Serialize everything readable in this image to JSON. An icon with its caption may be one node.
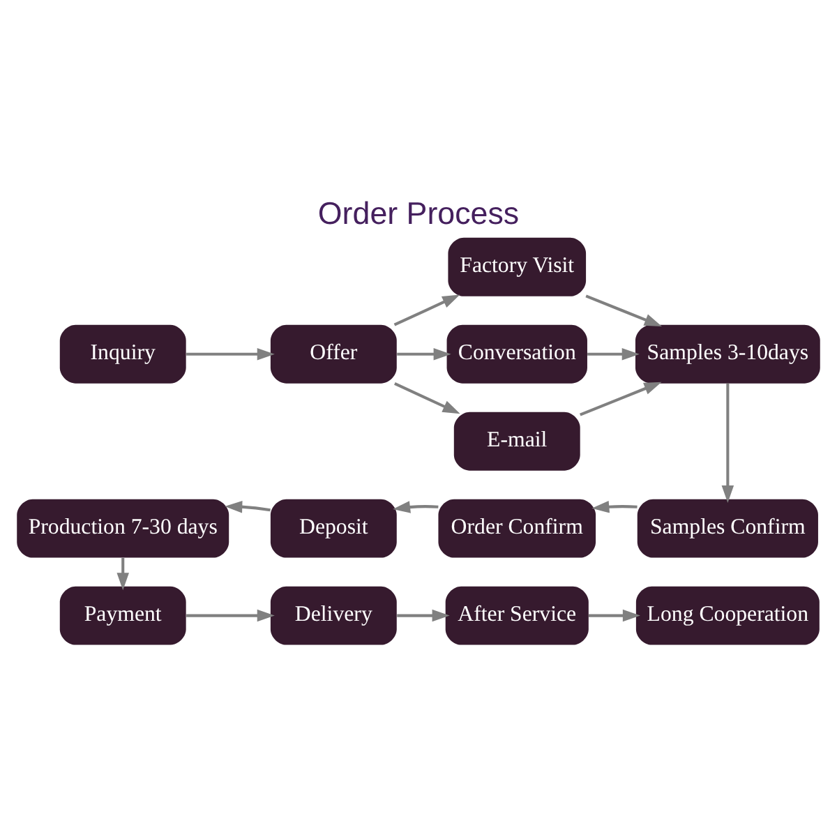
{
  "diagram": {
    "title": "Order Process",
    "nodes": [
      {
        "text": [
          "Inquiry"
        ]
      },
      {
        "text": [
          "Offer"
        ]
      },
      {
        "text": [
          "Factory Visit"
        ]
      },
      {
        "text": [
          "Conversation"
        ]
      },
      {
        "text": [
          "E-mail"
        ]
      },
      {
        "text": [
          "Samples 3-10days"
        ]
      },
      {
        "text": [
          "Samples Confirm"
        ]
      },
      {
        "text": [
          "Order Confirm"
        ]
      },
      {
        "text": [
          "Deposit"
        ]
      },
      {
        "text": [
          "Production 7-30 days"
        ]
      },
      {
        "text": [
          "Payment"
        ]
      },
      {
        "text": [
          "Delivery"
        ]
      },
      {
        "text": [
          "After Service"
        ]
      },
      {
        "text": [
          "Long Cooperation"
        ]
      }
    ],
    "edges": [
      {
        "from": 0,
        "to": 1,
        "arrow": "to"
      },
      {
        "from": 1,
        "to": 2,
        "arrow": "to"
      },
      {
        "from": 1,
        "to": 3,
        "arrow": "to"
      },
      {
        "from": 1,
        "to": 4,
        "arrow": "to"
      },
      {
        "from": 2,
        "to": 5,
        "arrow": "to"
      },
      {
        "from": 3,
        "to": 5,
        "arrow": "to"
      },
      {
        "from": 4,
        "to": 5,
        "arrow": "to"
      },
      {
        "from": 5,
        "to": 6,
        "arrow": "to"
      },
      {
        "from": 6,
        "to": 7,
        "arrow": "to"
      },
      {
        "from": 7,
        "to": 8,
        "arrow": "to"
      },
      {
        "from": 8,
        "to": 9,
        "arrow": "to"
      },
      {
        "from": 9,
        "to": 10,
        "arrow": "to"
      },
      {
        "from": 10,
        "to": 11,
        "arrow": "to"
      },
      {
        "from": 11,
        "to": 12,
        "arrow": "to"
      },
      {
        "from": 12,
        "to": 13,
        "arrow": "to"
      }
    ]
  }
}
